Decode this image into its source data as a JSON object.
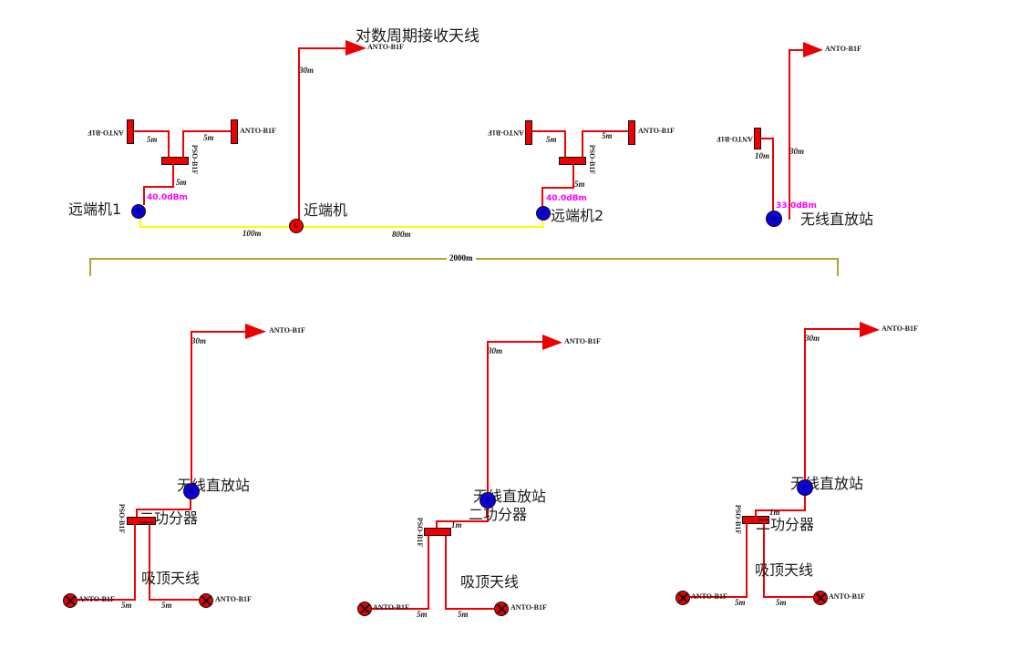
{
  "labels": {
    "log_antenna": "对数周期接收天线",
    "remote1": "远端机1",
    "near_end": "近端机",
    "remote2": "远端机2",
    "repeater": "无线直放站",
    "splitter2": "二功分器",
    "ceiling": "吸顶天线"
  },
  "parts": {
    "antenna": "ANTO-B1F",
    "splitter": "PSO-B1F"
  },
  "node_value": "0",
  "power": {
    "remote1": "40.0dBm",
    "remote2": "40.0dBm",
    "repeater": "33.0dBm"
  },
  "dist": {
    "m1": "1m",
    "m5": "5m",
    "m10": "10m",
    "m30": "30m",
    "m100": "100m",
    "m800": "800m",
    "m2000": "2000m"
  },
  "colors": {
    "cable": "#f00000",
    "trunk": "#ffff00",
    "dimension": "#a8a833",
    "power_text": "#ff00ff",
    "remote_node": "#0b00d8",
    "near_node": "#f00000"
  }
}
